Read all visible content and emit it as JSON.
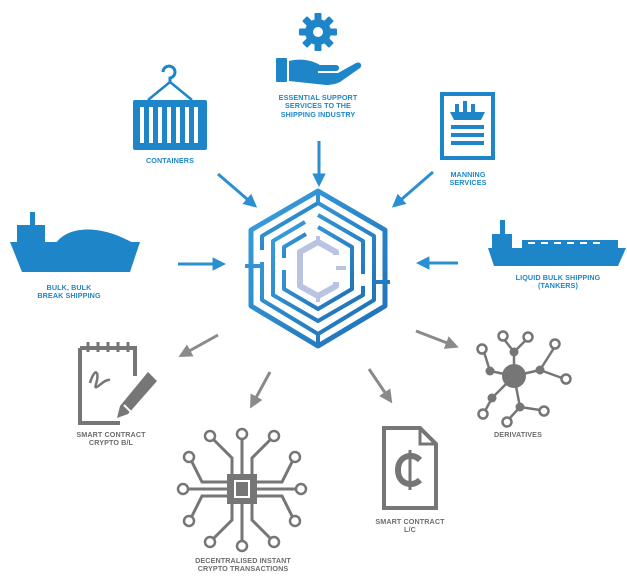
{
  "colors": {
    "blue": "#1e86c8",
    "grey": "#767676",
    "hub_outer": "#2b8fd0",
    "hub_inner": "#b8c3e0"
  },
  "inputs": {
    "support_services": {
      "icon": "gear-in-hand-icon",
      "lines": [
        "ESSENTIAL SUPPORT",
        "SERVICES TO THE",
        "SHIPPING INDUSTRY"
      ]
    },
    "containers": {
      "icon": "container-crane-icon",
      "lines": [
        "CONTAINERS"
      ]
    },
    "manning": {
      "icon": "crew-document-icon",
      "lines": [
        "MANNING",
        "SERVICES"
      ]
    },
    "bulk": {
      "icon": "bulk-carrier-icon",
      "lines": [
        "BULK, BULK",
        "BREAK SHIPPING"
      ]
    },
    "liquid_bulk": {
      "icon": "tanker-ship-icon",
      "lines": [
        "LIQUID BULK SHIPPING",
        "(TANKERS)"
      ]
    }
  },
  "outputs": {
    "smart_contract_bl": {
      "icon": "signed-contract-icon",
      "lines": [
        "SMART CONTRACT",
        "CRYPTO B/L"
      ]
    },
    "instant_crypto": {
      "icon": "circuit-chip-icon",
      "lines": [
        "DECENTRALISED INSTANT",
        "CRYPTO TRANSACTIONS"
      ]
    },
    "smart_contract_lc": {
      "icon": "crypto-document-icon",
      "lines": [
        "SMART CONTRACT",
        "L/C"
      ]
    },
    "derivatives": {
      "icon": "network-nodes-icon",
      "lines": [
        "DERIVATIVES"
      ]
    }
  },
  "hub": {
    "icon": "crypto-maze-hexagon-icon"
  }
}
